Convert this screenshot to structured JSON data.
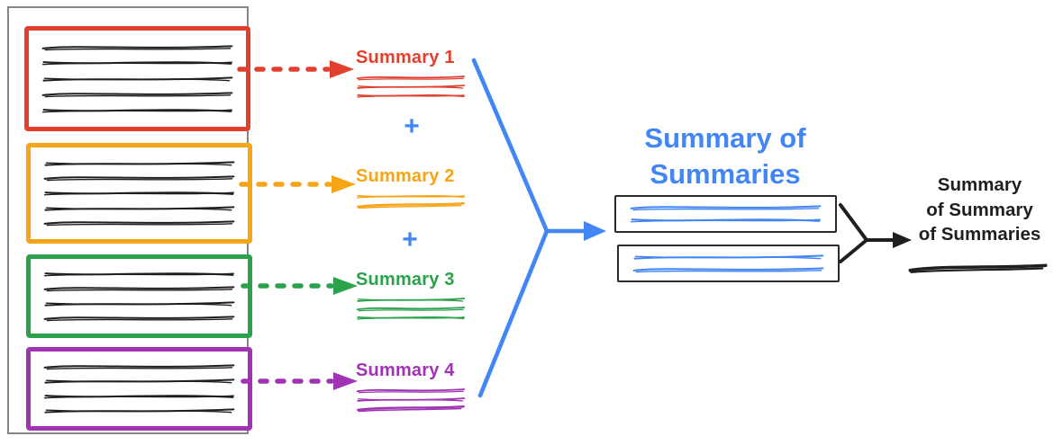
{
  "palette": {
    "red": "#e2402f",
    "orange": "#f5a516",
    "green": "#2ba14b",
    "purple": "#a032b4",
    "blue": "#4285f4",
    "ink": "#1f1f1f",
    "frame_gray": "#858585"
  },
  "source_document": {
    "chunks": [
      {
        "name": "chunk-1",
        "color": "#e2402f",
        "scribble_lines": 5
      },
      {
        "name": "chunk-2",
        "color": "#f5a516",
        "scribble_lines": 5
      },
      {
        "name": "chunk-3",
        "color": "#2ba14b",
        "scribble_lines": 4
      },
      {
        "name": "chunk-4",
        "color": "#a032b4",
        "scribble_lines": 4
      }
    ]
  },
  "summaries": [
    {
      "label": "Summary 1",
      "color": "#e2402f"
    },
    {
      "label": "Summary 2",
      "color": "#f5a516"
    },
    {
      "label": "Summary 3",
      "color": "#2ba14b"
    },
    {
      "label": "Summary 4",
      "color": "#a032b4"
    }
  ],
  "plus_signs": [
    "+",
    "+"
  ],
  "combined_summary": {
    "title_lines": [
      "Summary of",
      "Summaries"
    ],
    "color": "#4285f4",
    "box_count": 2
  },
  "final_summary": {
    "lines": [
      "Summary",
      "of Summary",
      "of Summaries"
    ],
    "color": "#1f1f1f"
  }
}
